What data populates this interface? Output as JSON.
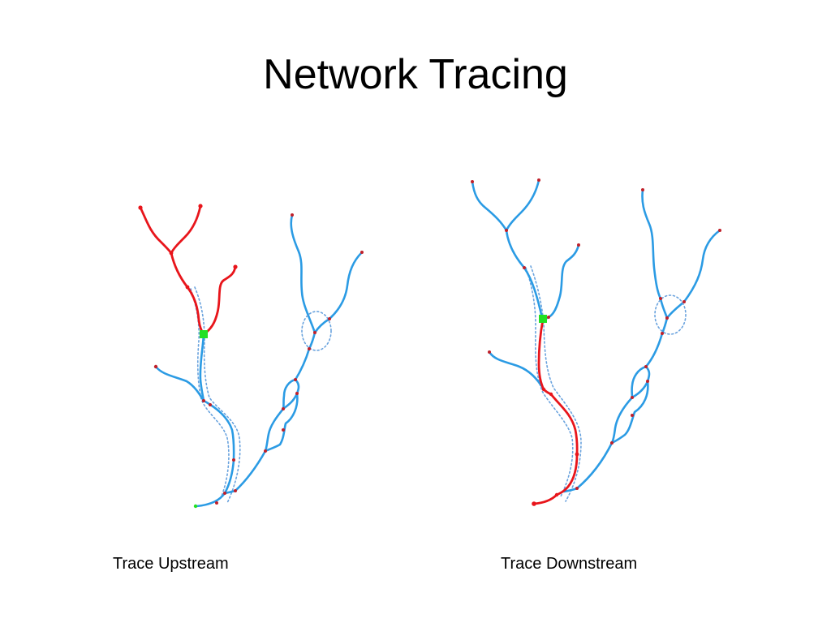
{
  "title": "Network Tracing",
  "panels": [
    {
      "caption": "Trace Upstream"
    },
    {
      "caption": "Trace Downstream"
    }
  ],
  "colors": {
    "network": "#2b9be4",
    "traced": "#e8151b",
    "flag": "#22e022",
    "node": "#c0202a"
  }
}
